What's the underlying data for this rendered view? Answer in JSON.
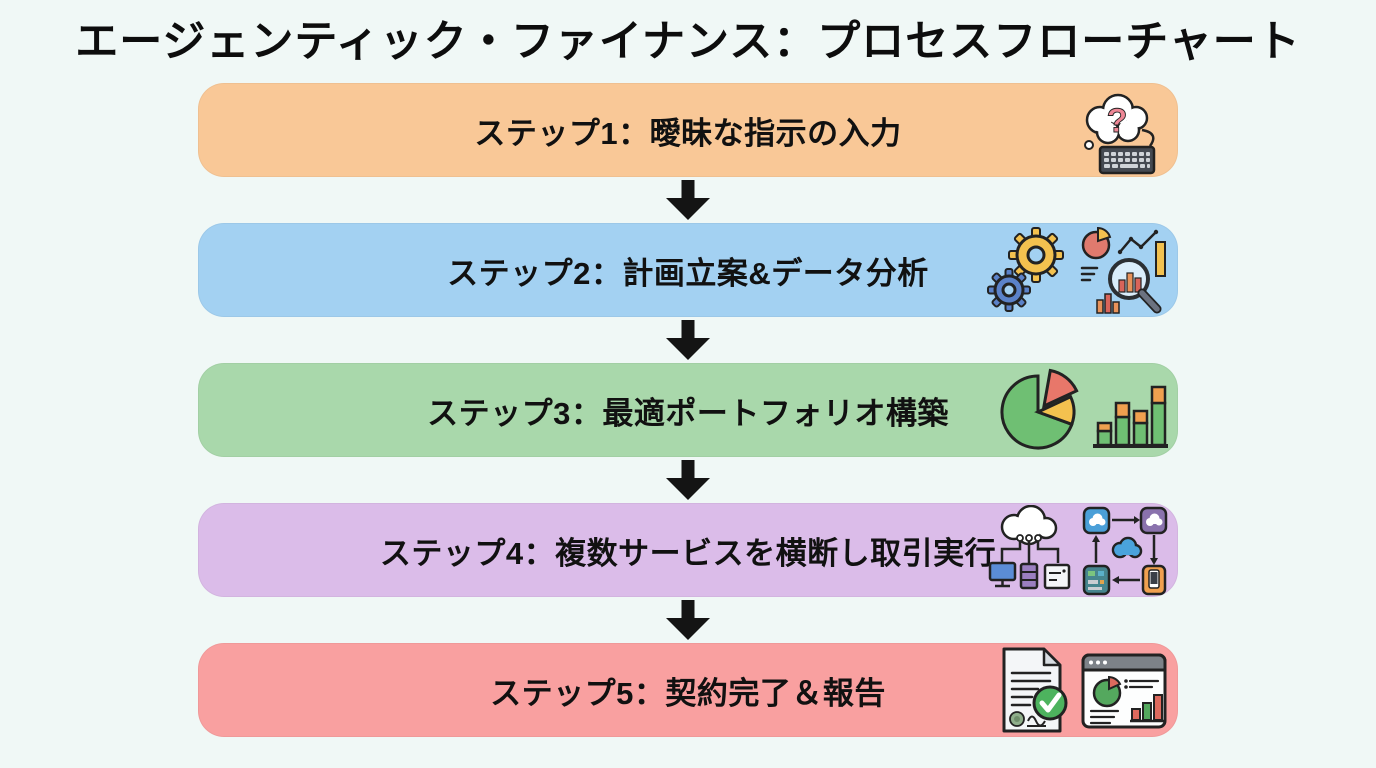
{
  "title": "エージェンティック・ファイナンス：プロセスフローチャート",
  "background_color": "#f0f8f6",
  "arrow_color": "#141414",
  "steps": [
    {
      "label": "ステップ1：曖昧な指示の入力",
      "bg": "#f9c897",
      "icons": [
        "question-thought-keyboard-icon"
      ]
    },
    {
      "label": "ステップ2：計画立案&データ分析",
      "bg": "#a3d1f2",
      "icons": [
        "gears-icon",
        "data-analysis-magnifier-icon"
      ]
    },
    {
      "label": "ステップ3：最適ポートフォリオ構築",
      "bg": "#a9d8ab",
      "icons": [
        "pie-chart-icon",
        "stacked-bar-chart-icon"
      ]
    },
    {
      "label": "ステップ4：複数サービスを横断し取引実行",
      "bg": "#dbbce9",
      "icons": [
        "cloud-network-icon",
        "cross-service-sync-icon"
      ]
    },
    {
      "label": "ステップ5：契約完了＆報告",
      "bg": "#f9a0a0",
      "icons": [
        "signed-contract-check-icon",
        "report-dashboard-icon"
      ]
    }
  ]
}
